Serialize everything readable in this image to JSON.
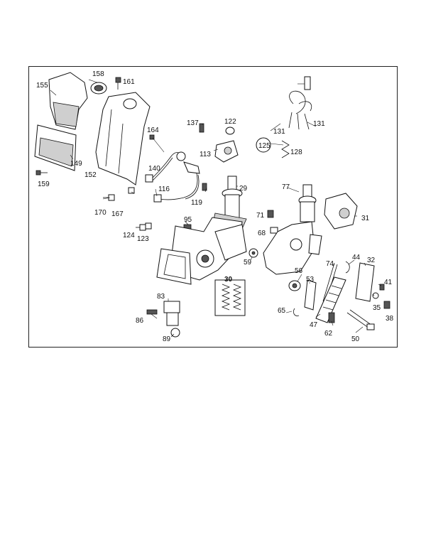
{
  "diagram": {
    "labels": {
      "p155": "155",
      "p158": "158",
      "p161": "161",
      "p149": "149",
      "p159": "159",
      "p152": "152",
      "p164": "164",
      "p140": "140",
      "p170": "170",
      "p167": "167",
      "p116": "116",
      "p119": "119",
      "p124": "124",
      "p123": "123",
      "p95": "95",
      "p137": "137",
      "p122": "122",
      "p113": "113",
      "p29": "29",
      "p131a": "131",
      "p131b": "131",
      "p125": "125",
      "p128": "128",
      "p77": "77",
      "p71": "71",
      "p68": "68",
      "p31": "31",
      "p59": "59",
      "p74": "74",
      "p44": "44",
      "p32": "32",
      "p56": "56",
      "p53": "53",
      "p41": "41",
      "p30": "30",
      "p83": "83",
      "p86": "86",
      "p89": "89",
      "p65": "65",
      "p47": "47",
      "p62": "62",
      "p35": "35",
      "p38": "38",
      "p50": "50"
    }
  }
}
